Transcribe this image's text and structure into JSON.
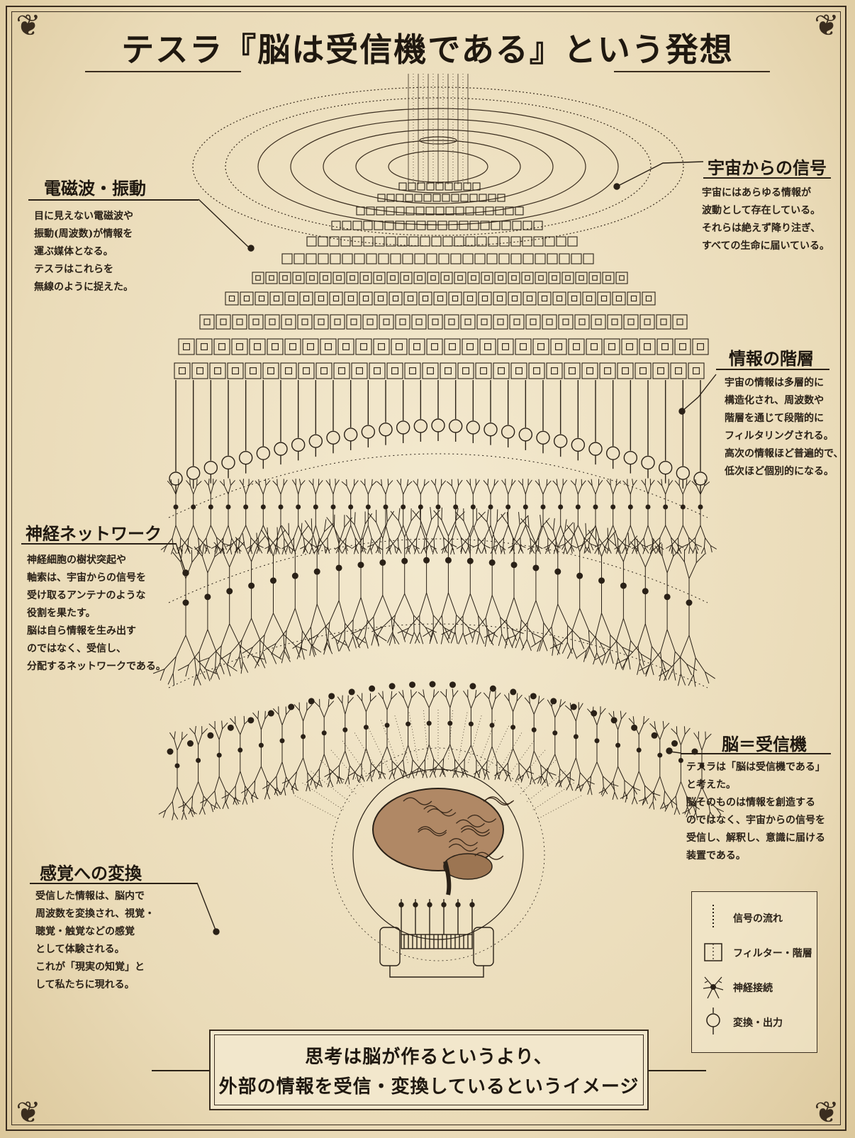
{
  "title": "テスラ『脳は受信機である』という発想",
  "annotations": {
    "em_waves": {
      "heading": "電磁波・振動",
      "body": "目に見えない電磁波や\n振動(周波数)が情報を\n運ぶ媒体となる。\nテスラはこれらを\n無線のように捉えた。"
    },
    "cosmic_signal": {
      "heading": "宇宙からの信号",
      "body": "宇宙にはあらゆる情報が\n波動として存在している。\nそれらは絶えず降り注ぎ、\nすべての生命に届いている。"
    },
    "hierarchy": {
      "heading": "情報の階層",
      "body": "宇宙の情報は多層的に\n構造化され、周波数や\n階層を通じて段階的に\nフィルタリングされる。\n高次の情報ほど普遍的で、\n低次ほど個別的になる。"
    },
    "neural_network": {
      "heading": "神経ネットワーク",
      "body": "神経細胞の樹状突起や\n軸索は、宇宙からの信号を\n受け取るアンテナのような\n役割を果たす。\n脳は自ら情報を生み出す\nのではなく、受信し、\n分配するネットワークである。"
    },
    "brain_receiver": {
      "heading": "脳＝受信機",
      "body": "テスラは「脳は受信機である」\nと考えた。\n脳そのものは情報を創造する\nのではなく、宇宙からの信号を\n受信し、解釈し、意識に届ける\n装置である。"
    },
    "sensory": {
      "heading": "感覚への変換",
      "body": "受信した情報は、脳内で\n周波数を変換され、視覚・\n聴覚・触覚などの感覚\nとして体験される。\nこれが「現実の知覚」と\nして私たちに現れる。"
    }
  },
  "legend": [
    {
      "icon": "signal-flow-icon",
      "label": "信号の流れ"
    },
    {
      "icon": "filter-layer-icon",
      "label": "フィルター・階層"
    },
    {
      "icon": "neural-connection-icon",
      "label": "神経接続"
    },
    {
      "icon": "conversion-output-icon",
      "label": "変換・出力"
    }
  ],
  "conclusion": {
    "line1": "思考は脳が作るというより、",
    "line2": "外部の情報を受信・変換しているというイメージ"
  },
  "colors": {
    "paper": "#efe3c6",
    "ink": "#2a2117",
    "brain": "#b08865"
  }
}
